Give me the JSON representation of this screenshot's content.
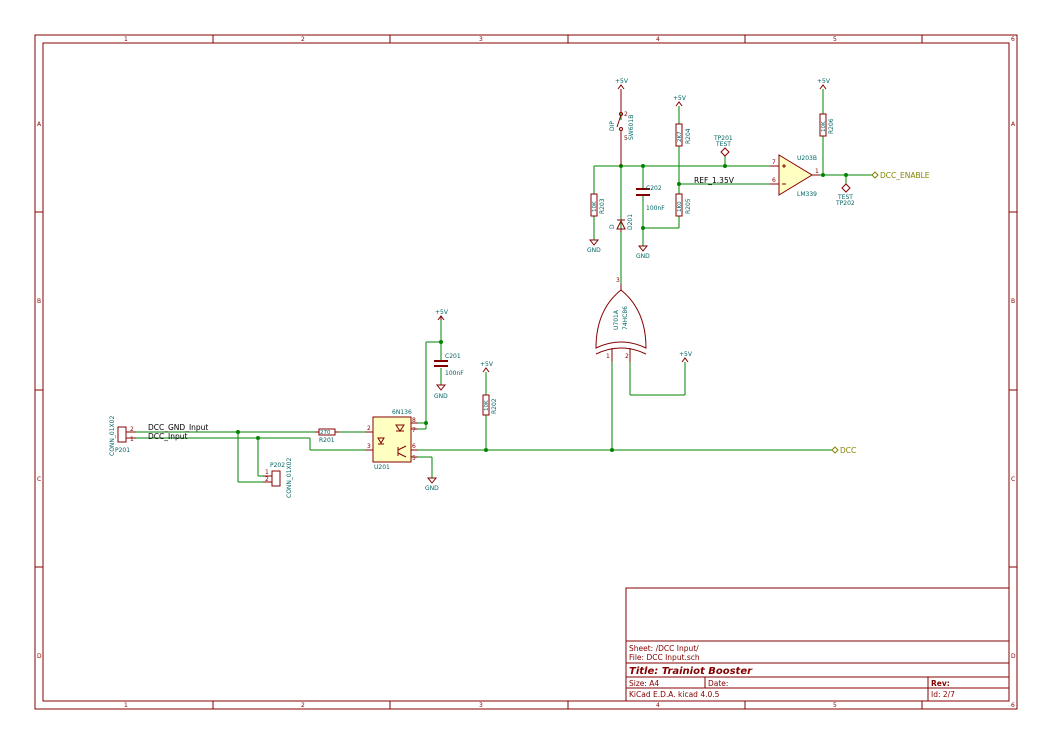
{
  "grid": {
    "columns": [
      "1",
      "2",
      "3",
      "4",
      "5",
      "6"
    ],
    "rows": [
      "A",
      "B",
      "C",
      "D"
    ]
  },
  "title_block": {
    "sheet": "Sheet: /DCC Input/",
    "file": "File: DCC Input.sch",
    "title": "Title: Trainiot Booster",
    "size": "Size: A4",
    "date": "Date:",
    "rev": "Rev:",
    "tool": "KiCad E.D.A.  kicad 4.0.5",
    "id": "Id: 2/7"
  },
  "components": {
    "p201": {
      "ref": "P201",
      "value": "CONN_01X02",
      "pin1": "1",
      "pin2": "2"
    },
    "p202": {
      "ref": "P202",
      "value": "CONN_01X02",
      "pin1": "1",
      "pin2": "2"
    },
    "r201": {
      "ref": "R201",
      "value": "270",
      "pin1": "",
      "pin2": ""
    },
    "u201": {
      "ref": "U201",
      "value": "6N136",
      "pins": [
        "2",
        "3",
        "8",
        "7",
        "6",
        "5"
      ]
    },
    "c201": {
      "ref": "C201",
      "value": "100nF"
    },
    "r202": {
      "ref": "R202",
      "value": "10K"
    },
    "u701": {
      "ref": "U701A",
      "value": "74HC86",
      "pins": [
        "1",
        "2",
        "3"
      ]
    },
    "sw601": {
      "ref": "SW601B",
      "value": "DIP",
      "pins": [
        "2",
        "5"
      ]
    },
    "r203": {
      "ref": "R203",
      "value": "10K"
    },
    "d201": {
      "ref": "D201",
      "value": "D"
    },
    "c202": {
      "ref": "C202",
      "value": "100nF"
    },
    "r204": {
      "ref": "R204",
      "value": "2K7"
    },
    "r205": {
      "ref": "R205",
      "value": "1K0"
    },
    "tp201": {
      "ref": "TP201",
      "value": "TEST"
    },
    "u203": {
      "ref": "U203B",
      "value": "LM339",
      "pins": [
        "7",
        "6",
        "1"
      ]
    },
    "r206": {
      "ref": "R206",
      "value": "10K"
    },
    "tp202": {
      "ref": "TP202",
      "value": "TEST"
    }
  },
  "power": {
    "vcc": "+5V",
    "gnd": "GND"
  },
  "nets": {
    "dcc_gnd_input": "DCC_GND_Input",
    "dcc_input": "DCC_Input",
    "ref": "REF_1.35V"
  },
  "global_labels": {
    "dcc": "DCC",
    "dcc_enable": "DCC_ENABLE"
  },
  "colors": {
    "frame": "#840000",
    "wire": "#008400",
    "reference": "#006464",
    "global_label": "#848400"
  }
}
